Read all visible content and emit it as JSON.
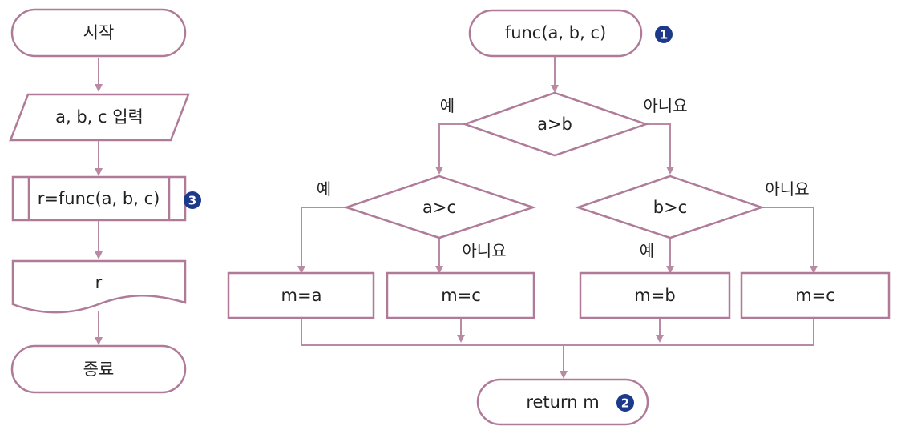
{
  "colors": {
    "stroke": "#b07b98",
    "line": "#b88aa3",
    "badge": "#1d3a8a",
    "text": "#222222",
    "background": "#ffffff"
  },
  "main_flow": {
    "start": "시작",
    "input": "a, b, c 입력",
    "call": "r=func(a, b, c)",
    "call_badge": "3",
    "output": "r",
    "end": "종료"
  },
  "func_flow": {
    "header": "func(a, b, c)",
    "header_badge": "1",
    "decision_ab": "a>b",
    "decision_ac": "a>c",
    "decision_bc": "b>c",
    "assign_a": "m=a",
    "assign_c_left": "m=c",
    "assign_b": "m=b",
    "assign_c_right": "m=c",
    "return": "return m",
    "return_badge": "2"
  },
  "branch_labels": {
    "yes_ab": "예",
    "no_ab": "아니요",
    "yes_ac": "예",
    "no_ac": "아니요",
    "yes_bc": "예",
    "no_bc": "아니요"
  }
}
